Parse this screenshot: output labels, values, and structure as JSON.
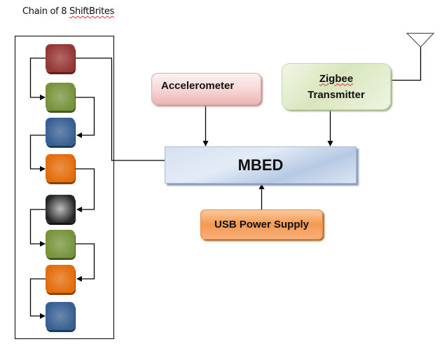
{
  "title": {
    "prefix": "Chain of 8 ",
    "word": "ShiftBrites"
  },
  "chain": {
    "container_label": "shiftbrite-chain",
    "leds": [
      {
        "color": "red",
        "hex": "#953735"
      },
      {
        "color": "green",
        "hex": "#77933c"
      },
      {
        "color": "blue",
        "hex": "#376092"
      },
      {
        "color": "orange",
        "hex": "#e46c0a"
      },
      {
        "color": "black",
        "hex": "#262626"
      },
      {
        "color": "green",
        "hex": "#77933c"
      },
      {
        "color": "orange",
        "hex": "#e46c0a"
      },
      {
        "color": "blue",
        "hex": "#376092"
      }
    ]
  },
  "blocks": {
    "accelerometer": "Accelerometer",
    "zigbee_line1": "Zigbee",
    "zigbee_line2": "Transmitter",
    "mbed": "MBED",
    "usb": "USB Power Supply"
  },
  "connections": [
    {
      "from": "Accelerometer",
      "to": "MBED"
    },
    {
      "from": "Zigbee Transmitter",
      "to": "MBED"
    },
    {
      "from": "USB Power Supply",
      "to": "MBED"
    },
    {
      "from": "MBED",
      "to": "ShiftBrite 1"
    },
    {
      "from": "Antenna",
      "to": "Zigbee Transmitter"
    }
  ]
}
